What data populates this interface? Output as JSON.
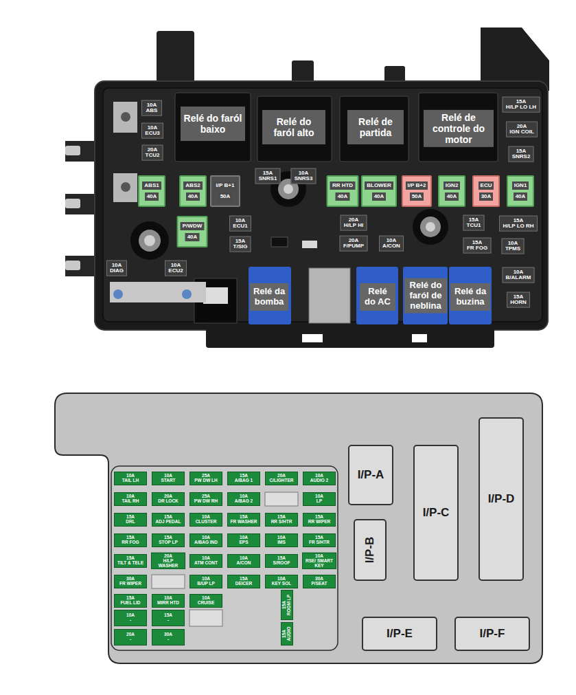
{
  "diagram": {
    "nodes": [
      {
        "text": [
          "10A",
          "ABS"
        ]
      },
      {
        "text": [
          "10A",
          "ECU3"
        ]
      },
      {
        "text": [
          "20A",
          "TCU2"
        ]
      },
      {
        "text": [
          "Relé do faról baixo"
        ]
      },
      {
        "text": [
          "Relé do faról alto"
        ]
      },
      {
        "text": [
          "Relé de partida"
        ]
      },
      {
        "text": [
          "Relé de controle do motor"
        ]
      },
      {
        "text": [
          "15A",
          "H/LP LO LH"
        ]
      },
      {
        "text": [
          "20A",
          "IGN COIL"
        ]
      },
      {
        "text": [
          "15A",
          "SNRS2"
        ]
      },
      {
        "text": [
          "ABS1",
          "40A"
        ]
      },
      {
        "text": [
          "ABS2",
          "40A"
        ]
      },
      {
        "text": [
          "I/P B+1",
          "50A"
        ]
      },
      {
        "text": [
          "15A",
          "SNRS1"
        ]
      },
      {
        "text": [
          "10A",
          "SNRS3"
        ]
      },
      {
        "text": [
          "RR HTD",
          "40A"
        ]
      },
      {
        "text": [
          "BLOWER",
          "40A"
        ]
      },
      {
        "text": [
          "I/P B+2",
          "50A"
        ]
      },
      {
        "text": [
          "IGN2",
          "40A"
        ]
      },
      {
        "text": [
          "ECU",
          "30A"
        ]
      },
      {
        "text": [
          "IGN1",
          "40A"
        ]
      },
      {
        "text": [
          "P/WDW",
          "40A"
        ]
      },
      {
        "text": [
          "10A",
          "ECU1"
        ]
      },
      {
        "text": [
          "15A",
          "T/SIG"
        ]
      },
      {
        "text": [
          "20A",
          "H/LP HI"
        ]
      },
      {
        "text": [
          "20A",
          "F/PUMP"
        ]
      },
      {
        "text": [
          "10A",
          "A/CON"
        ]
      },
      {
        "text": [
          "15A",
          "TCU1"
        ]
      },
      {
        "text": [
          "15A",
          "H/LP LO RH"
        ]
      },
      {
        "text": [
          "15A",
          "FR FOG"
        ]
      },
      {
        "text": [
          "10A",
          "TPMS"
        ]
      },
      {
        "text": [
          "10A",
          "DIAG"
        ]
      },
      {
        "text": [
          "10A",
          "ECU2"
        ]
      },
      {
        "text": [
          "Relé da bomba"
        ]
      },
      {
        "text": [
          "Relé do AC"
        ]
      },
      {
        "text": [
          "Relé do faról de neblina"
        ]
      },
      {
        "text": [
          "Relé da buzina"
        ]
      },
      {
        "text": [
          "10A",
          "B/ALARM"
        ]
      },
      {
        "text": [
          "15A",
          "HORN"
        ]
      },
      {
        "text": [
          "10A",
          "TAIL LH"
        ]
      },
      {
        "text": [
          "10A",
          "START"
        ]
      },
      {
        "text": [
          "25A",
          "PW DW LH"
        ]
      },
      {
        "text": [
          "15A",
          "A/BAG 1"
        ]
      },
      {
        "text": [
          "20A",
          "C/LIGHTER"
        ]
      },
      {
        "text": [
          "10A",
          "AUDIO 2"
        ]
      },
      {
        "text": [
          "10A",
          "TAIL RH"
        ]
      },
      {
        "text": [
          "20A",
          "DR LOCK"
        ]
      },
      {
        "text": [
          "25A",
          "PW DW RH"
        ]
      },
      {
        "text": [
          "10A",
          "A/BAG 2"
        ]
      },
      {
        "text": [
          "10A",
          "LP"
        ]
      },
      {
        "text": [
          "15A",
          "DRL"
        ]
      },
      {
        "text": [
          "15A",
          "ADJ PEDAL"
        ]
      },
      {
        "text": [
          "10A",
          "CLUSTER"
        ]
      },
      {
        "text": [
          "15A",
          "FR WASHER"
        ]
      },
      {
        "text": [
          "15A",
          "RR S/HTR"
        ]
      },
      {
        "text": [
          "15A",
          "RR WIPER"
        ]
      },
      {
        "text": [
          "15A",
          "RR FOG"
        ]
      },
      {
        "text": [
          "15A",
          "STOP LP"
        ]
      },
      {
        "text": [
          "10A",
          "A/BAG IND"
        ]
      },
      {
        "text": [
          "10A",
          "EPS"
        ]
      },
      {
        "text": [
          "10A",
          "IMS"
        ]
      },
      {
        "text": [
          "15A",
          "FR S/HTR"
        ]
      },
      {
        "text": [
          "15A",
          "TILT & TELE"
        ]
      },
      {
        "text": [
          "20A",
          "H/LP WASHER"
        ]
      },
      {
        "text": [
          "10A",
          "ATM CONT"
        ]
      },
      {
        "text": [
          "10A",
          "A/CON"
        ]
      },
      {
        "text": [
          "15A",
          "S/ROOF"
        ]
      },
      {
        "text": [
          "10A",
          "RSE/ SMART KEY"
        ]
      },
      {
        "text": [
          "30A",
          "FR WIPER"
        ]
      },
      {
        "text": [
          "10A",
          "B/UP LP"
        ]
      },
      {
        "text": [
          "15A",
          "DEICER"
        ]
      },
      {
        "text": [
          "10A",
          "KEY SOL"
        ]
      },
      {
        "text": [
          "30A",
          "P/SEAT"
        ]
      },
      {
        "text": [
          "15A",
          "FUEL LID"
        ]
      },
      {
        "text": [
          "10A",
          "MIRR HTD"
        ]
      },
      {
        "text": [
          "10A",
          "CRUISE"
        ]
      },
      {
        "text": [
          "15A",
          "ROOM LP"
        ]
      },
      {
        "text": [
          "10A",
          "-"
        ]
      },
      {
        "text": [
          "15A",
          "-"
        ]
      },
      {
        "text": [
          "20A",
          "-"
        ]
      },
      {
        "text": [
          "30A",
          "-"
        ]
      },
      {
        "text": [
          "15A",
          "AUDIO"
        ]
      },
      {
        "text": [
          "I/P-A"
        ]
      },
      {
        "text": [
          "I/P-B"
        ]
      },
      {
        "text": [
          "I/P-C"
        ]
      },
      {
        "text": [
          "I/P-D"
        ]
      },
      {
        "text": [
          "I/P-E"
        ]
      },
      {
        "text": [
          "I/P-F"
        ]
      }
    ]
  }
}
